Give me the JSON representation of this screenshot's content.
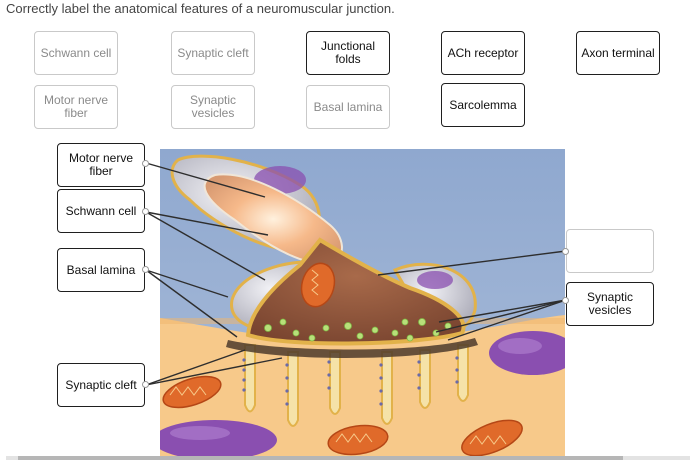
{
  "question": {
    "instruction": "Correctly label the anatomical features of a neuromuscular junction."
  },
  "bank": [
    {
      "label": "Schwann cell",
      "used": true
    },
    {
      "label": "Synaptic cleft",
      "used": true
    },
    {
      "label": "Junctional folds",
      "used": false
    },
    {
      "label": "ACh receptor",
      "used": false
    },
    {
      "label": "Axon terminal",
      "used": false
    },
    {
      "label": "Motor nerve fiber",
      "used": true
    },
    {
      "label": "Synaptic vesicles",
      "used": true
    },
    {
      "label": "Basal lamina",
      "used": true
    },
    {
      "label": "Sarcolemma",
      "used": false
    }
  ],
  "placed_labels": {
    "motor_nerve_fiber": "Motor nerve fiber",
    "schwann_cell": "Schwann cell",
    "basal_lamina": "Basal lamina",
    "synaptic_cleft": "Synaptic cleft",
    "right_top_target": "",
    "synaptic_vesicles": "Synaptic vesicles"
  },
  "colors": {
    "muscle": "#f7c98a",
    "nerve_terminal": "#9a5a3a",
    "schwann_sheath": "#c8c8d2",
    "mitochondria": "#e06a2a",
    "nucleus": "#8a4fb0"
  }
}
